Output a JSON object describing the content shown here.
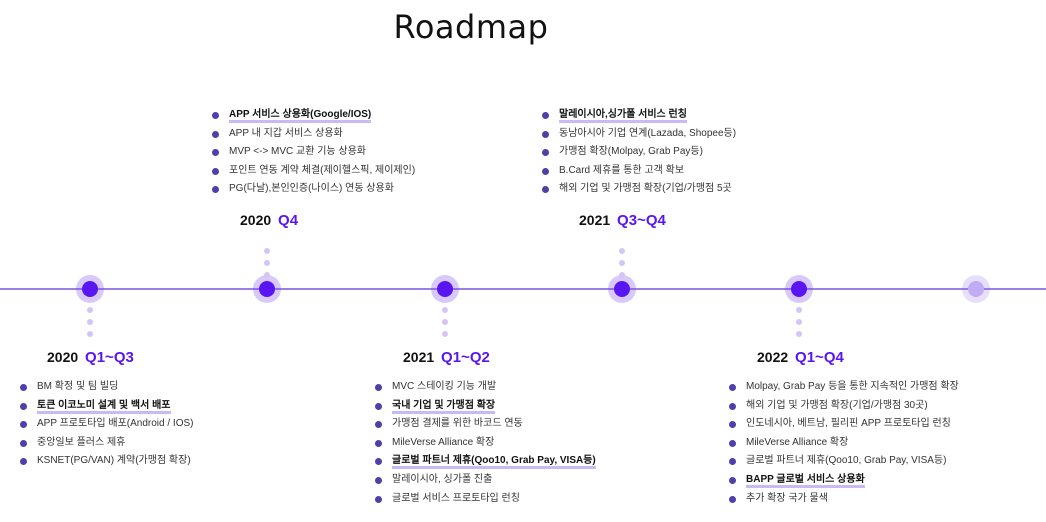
{
  "title": "Roadmap",
  "colors": {
    "accent": "#5a16f0",
    "timeline": "#9b7ee8",
    "bullet": "#4f3fa7",
    "highlight_underline": "#c9b9f5"
  },
  "milestones": [
    {
      "year": "2020",
      "quarter": "Q1~Q3",
      "items": [
        {
          "text": "BM 확정 및 팀 빌딩",
          "highlight": false
        },
        {
          "text": "토큰 이코노미 설계 및 백서 배포",
          "highlight": true
        },
        {
          "text": "APP 프로토타입 배포(Android / IOS)",
          "highlight": false
        },
        {
          "text": "중앙일보 플러스 제휴",
          "highlight": false
        },
        {
          "text": "KSNET(PG/VAN) 계약(가맹점 확장)",
          "highlight": false
        }
      ]
    },
    {
      "year": "2020",
      "quarter": "Q4",
      "items": [
        {
          "text": "APP 서비스 상용화(Google/IOS)",
          "highlight": true
        },
        {
          "text": "APP 내 지갑 서비스 상용화",
          "highlight": false
        },
        {
          "text": "MVP <-> MVC 교환 기능 상용화",
          "highlight": false
        },
        {
          "text": "포인트 연동 계약 체결(제이헬스픽, 제이제인)",
          "highlight": false
        },
        {
          "text": "PG(다날),본인인증(나이스) 연동 상용화",
          "highlight": false
        }
      ]
    },
    {
      "year": "2021",
      "quarter": "Q1~Q2",
      "items": [
        {
          "text": "MVC 스테이킹 기능 개발",
          "highlight": false
        },
        {
          "text": "국내 기업 및 가맹점 확장",
          "highlight": true
        },
        {
          "text": "가맹점 결제를 위한 바코드 연동",
          "highlight": false
        },
        {
          "text": "MileVerse Alliance 확장",
          "highlight": false
        },
        {
          "text": "글로벌 파트너 제휴(Qoo10, Grab Pay, VISA등)",
          "highlight": true
        },
        {
          "text": "말레이시아, 싱가폴 진출",
          "highlight": false
        },
        {
          "text": "글로벌 서비스 프로토타입 런칭",
          "highlight": false
        }
      ]
    },
    {
      "year": "2021",
      "quarter": "Q3~Q4",
      "items": [
        {
          "text": "말레이시아,싱가폴 서비스 런칭",
          "highlight": true
        },
        {
          "text": "동남아시아 기업 연계(Lazada, Shopee등)",
          "highlight": false
        },
        {
          "text": "가맹점 확장(Molpay, Grab Pay등)",
          "highlight": false
        },
        {
          "text": "B.Card 제휴를 통한 고객 확보",
          "highlight": false
        },
        {
          "text": "해외 기업 및 가맹점 확장(기업/가맹점 5곳",
          "highlight": false
        }
      ]
    },
    {
      "year": "2022",
      "quarter": "Q1~Q4",
      "items": [
        {
          "text": "Molpay, Grab Pay 등을 통한 지속적인 가맹점 확장",
          "highlight": false
        },
        {
          "text": "해외 기업 및 가맹점 확장(기업/가맹점 30곳)",
          "highlight": false
        },
        {
          "text": "인도네시아, 베트남, 필리핀 APP 프로토타입 런칭",
          "highlight": false
        },
        {
          "text": "MileVerse Alliance 확장",
          "highlight": false
        },
        {
          "text": "글로벌 파트너 제휴(Qoo10, Grab Pay, VISA등)",
          "highlight": false
        },
        {
          "text": "BAPP 글로벌 서비스 상용화",
          "highlight": true
        },
        {
          "text": "추가 확장 국가 물색",
          "highlight": false
        }
      ]
    }
  ]
}
